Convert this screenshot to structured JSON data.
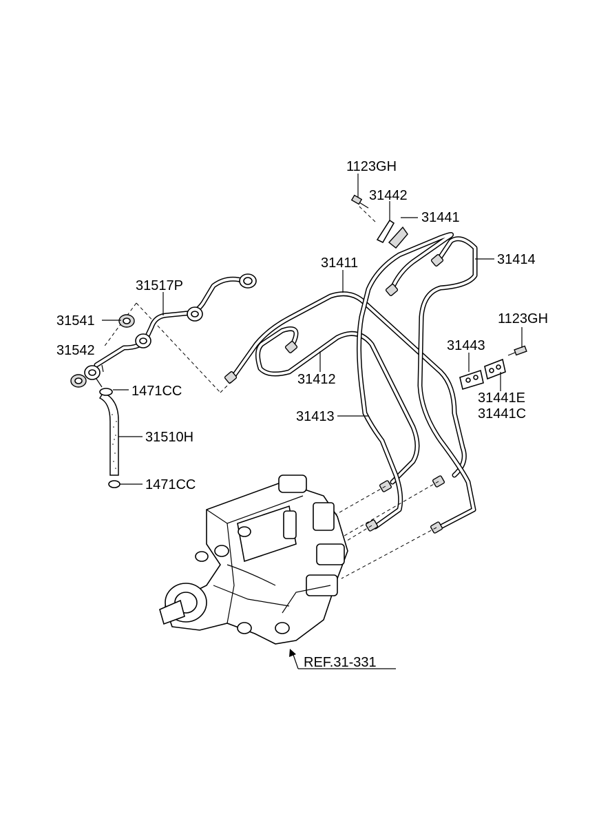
{
  "diagram": {
    "callouts": {
      "bolt_top": "1123GH",
      "bracket_top": "31442",
      "clip_top": "31441",
      "pipe_1": "31411",
      "pipe_4": "31414",
      "return_pipe": "31517P",
      "nut": "31541",
      "gasket": "31542",
      "clamp_upper": "1471CC",
      "hose": "31510H",
      "clamp_lower": "1471CC",
      "pipe_2": "31412",
      "pipe_3": "31413",
      "bolt_right": "1123GH",
      "bracket_right": "31443",
      "clip_e": "31441E",
      "clip_c": "31441C",
      "reference": "REF.31-331"
    }
  }
}
